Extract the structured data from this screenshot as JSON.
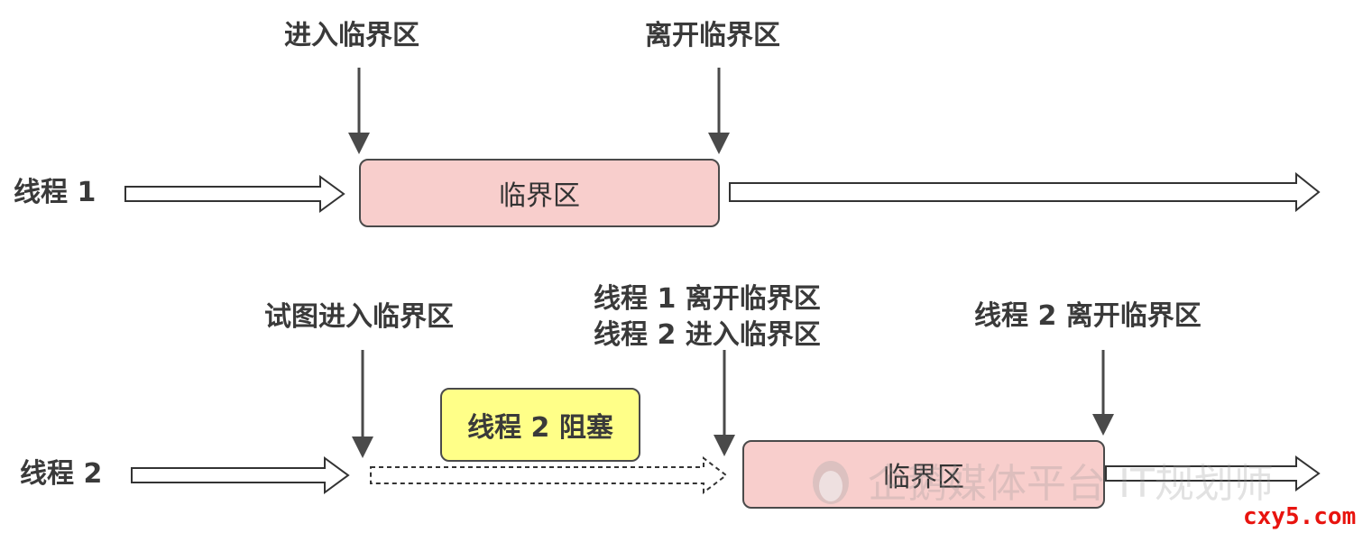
{
  "labels": {
    "enter": "进入临界区",
    "leave": "离开临界区",
    "thread1": "线程 1",
    "thread2": "线程 2",
    "try_enter": "试图进入临界区",
    "t1_leave": "线程 1 离开临界区",
    "t2_enter": "线程 2 进入临界区",
    "t2_leave": "线程 2 离开临界区"
  },
  "boxes": {
    "critical_1": "临界区",
    "blocked": "线程 2 阻塞",
    "critical_2": "临界区"
  },
  "watermark": {
    "text": "企鹅媒体平台 IT规划师",
    "brand": "cxy5.com"
  },
  "colors": {
    "critical_fill": "#f8cecc",
    "blocked_fill": "#ffff88",
    "line": "#4a4a4a",
    "brand": "#e8140f"
  }
}
